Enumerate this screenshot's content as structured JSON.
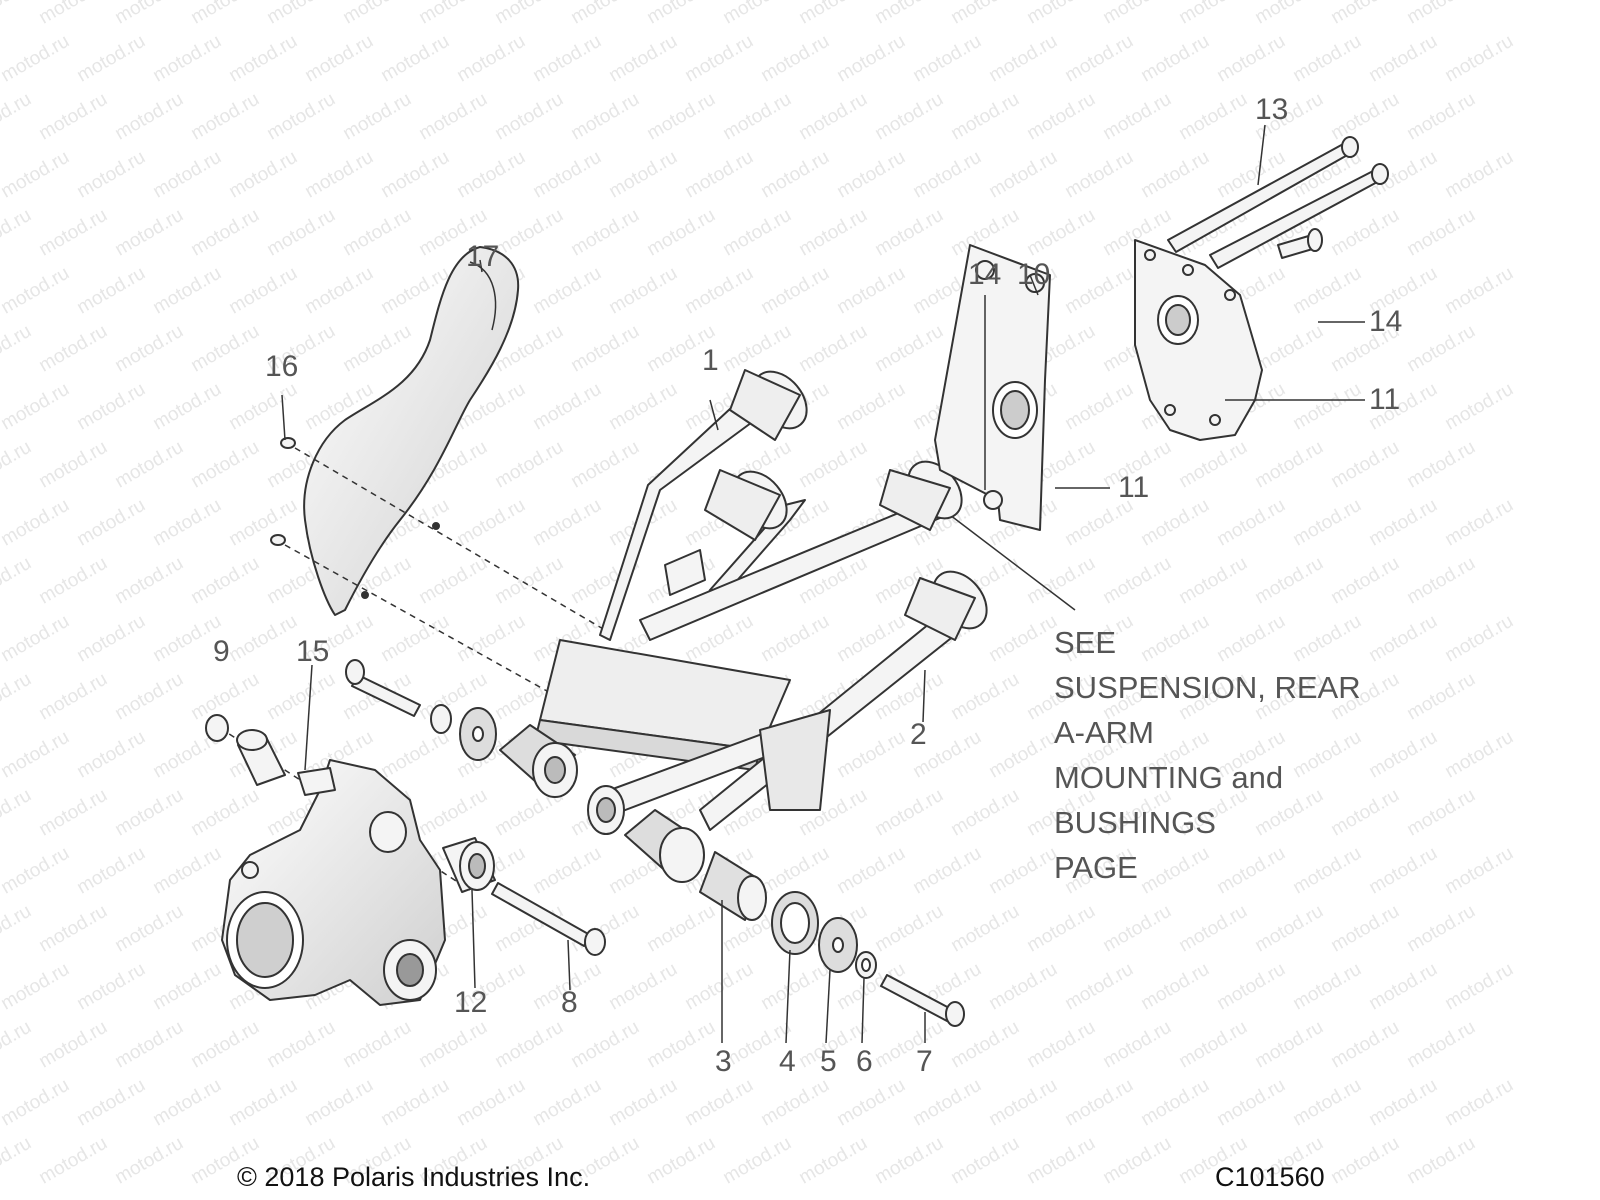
{
  "watermark": "motod.ru",
  "callouts": {
    "c1": "1",
    "c2": "2",
    "c3": "3",
    "c4": "4",
    "c5": "5",
    "c6": "6",
    "c7": "7",
    "c8": "8",
    "c9": "9",
    "c10": "10",
    "c11a": "11",
    "c11b": "11",
    "c12": "12",
    "c13": "13",
    "c14a": "14",
    "c14b": "14",
    "c15": "15",
    "c16": "16",
    "c17": "17"
  },
  "note": {
    "line1": "SEE",
    "line2": "SUSPENSION, REAR",
    "line3": "A-ARM",
    "line4": "MOUNTING and",
    "line5": "BUSHINGS",
    "line6": "PAGE"
  },
  "footer": {
    "copyright": "© 2018 Polaris Industries Inc.",
    "figure_id": "C101560"
  },
  "colors": {
    "line": "#333333",
    "part_fill": "#f4f4f4",
    "shade": "#d9d9d9",
    "watermark": "#e6e6e6"
  }
}
